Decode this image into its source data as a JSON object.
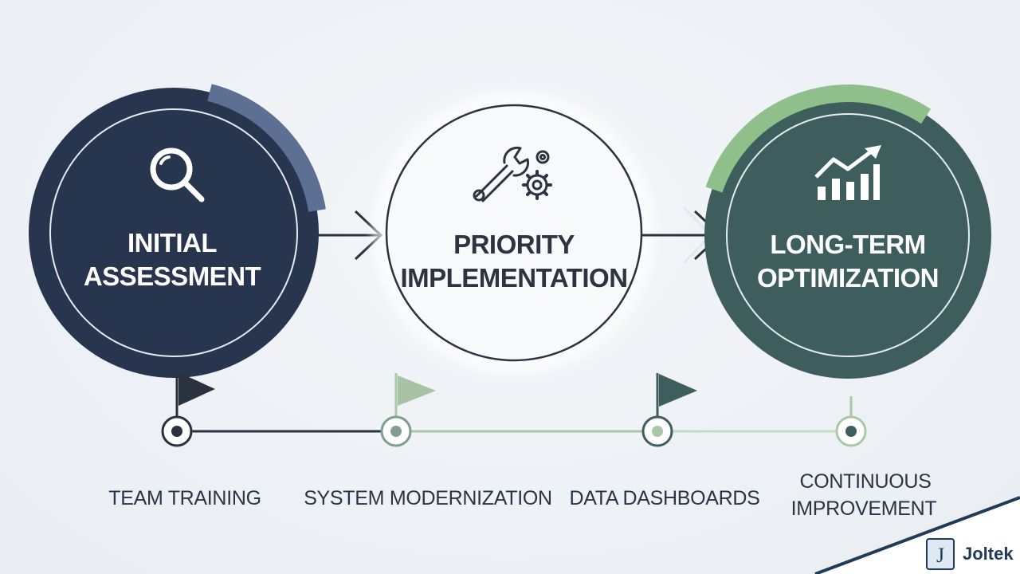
{
  "phases": [
    {
      "line1": "INITIAL",
      "line2": "ASSESSMENT",
      "icon": "magnifier-icon"
    },
    {
      "line1": "PRIORITY",
      "line2": "IMPLEMENTATION",
      "icon": "wrench-gear-icon"
    },
    {
      "line1": "LONG-TERM",
      "line2": "OPTIMIZATION",
      "icon": "growth-chart-icon"
    }
  ],
  "milestones": [
    {
      "line1": "TEAM TRAINING",
      "line2": ""
    },
    {
      "line1": "SYSTEM MODERNIZATION",
      "line2": ""
    },
    {
      "line1": "DATA DASHBOARDS",
      "line2": ""
    },
    {
      "line1": "CONTINUOUS",
      "line2": "IMPROVEMENT"
    }
  ],
  "brand": {
    "name": "Joltek",
    "mark": "J"
  },
  "colors": {
    "navy": "#28354f",
    "teal": "#3e5e5d",
    "green_accent": "#8fbf8a",
    "steel_accent": "#5d6f93",
    "timeline_dark": "#2a3240",
    "timeline_light": "#a9c9a6",
    "text_dark": "#2b3440",
    "brand_blue": "#1f3b57"
  }
}
